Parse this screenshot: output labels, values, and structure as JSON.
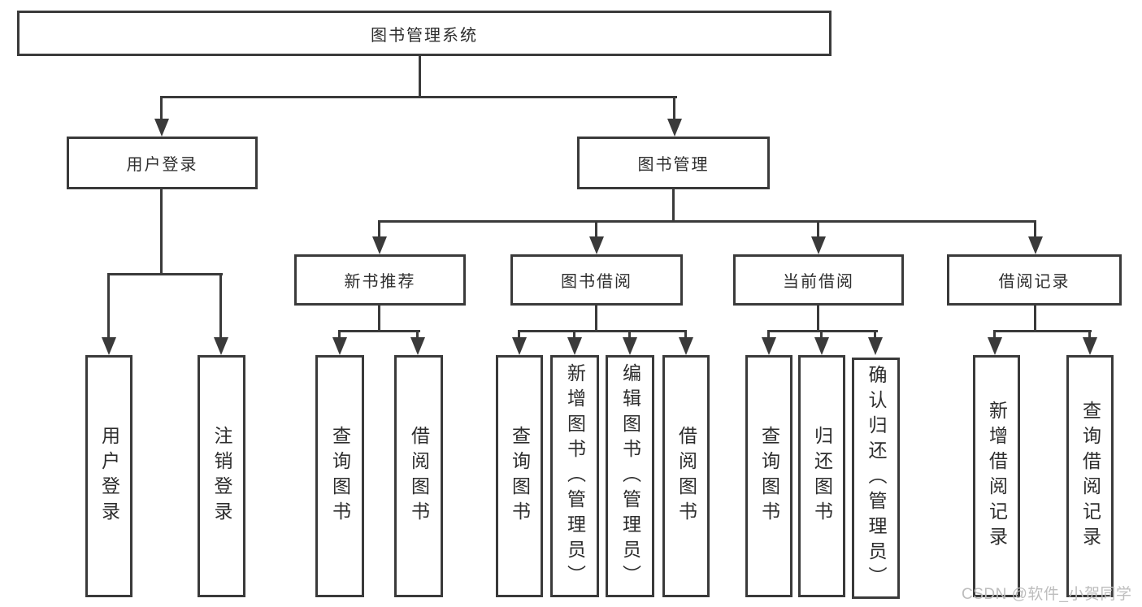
{
  "colors": {
    "line": "#3a3a3a",
    "text": "#2d2d2d",
    "watermark": "#bdbdbd",
    "background": "#ffffff"
  },
  "watermark": "CSDN @软件_小贺同学",
  "diagram": {
    "root": {
      "label": "图书管理系统"
    },
    "branches": [
      {
        "label": "用户登录",
        "children": [
          {
            "label": "用户登录"
          },
          {
            "label": "注销登录"
          }
        ]
      },
      {
        "label": "图书管理",
        "children": [
          {
            "label": "新书推荐",
            "children": [
              {
                "label": "查询图书"
              },
              {
                "label": "借阅图书"
              }
            ]
          },
          {
            "label": "图书借阅",
            "children": [
              {
                "label": "查询图书"
              },
              {
                "label": "新增图书（管理员）"
              },
              {
                "label": "编辑图书（管理员）"
              },
              {
                "label": "借阅图书"
              }
            ]
          },
          {
            "label": "当前借阅",
            "children": [
              {
                "label": "查询图书"
              },
              {
                "label": "归还图书"
              },
              {
                "label": "确认归还（管理员）"
              }
            ]
          },
          {
            "label": "借阅记录",
            "children": [
              {
                "label": "新增借阅记录"
              },
              {
                "label": "查询借阅记录"
              }
            ]
          }
        ]
      }
    ]
  }
}
